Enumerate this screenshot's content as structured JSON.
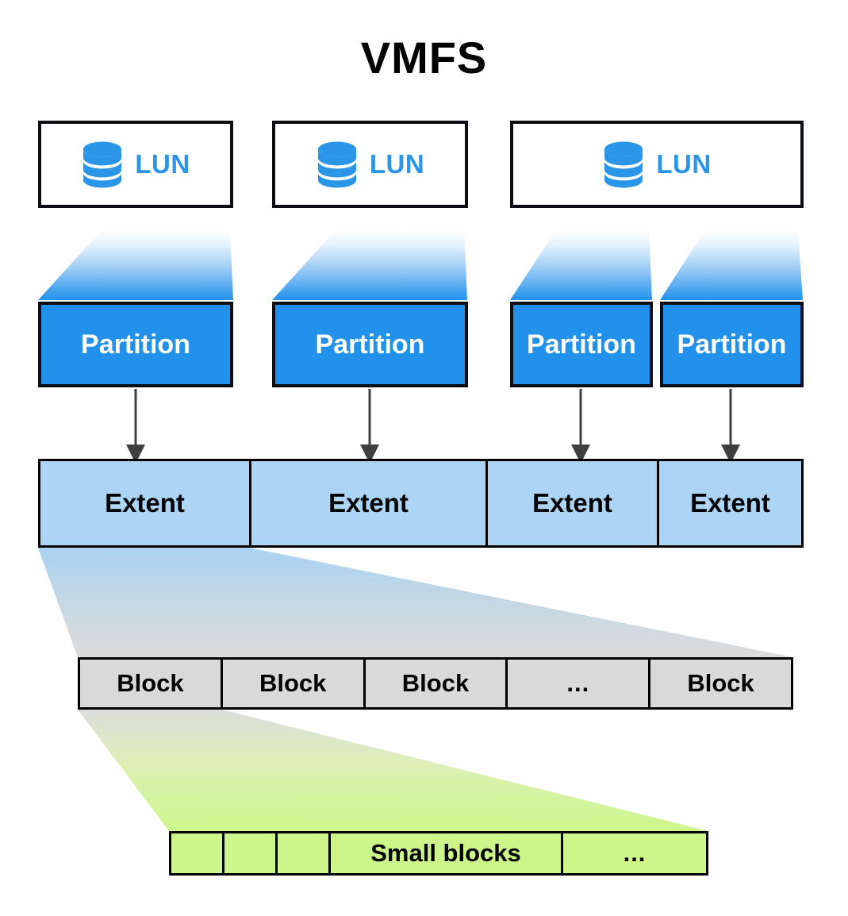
{
  "diagram": {
    "title": "VMFS",
    "colors": {
      "lun_accent": "#2b95e8",
      "partition_fill": "#2291ec",
      "extent_fill": "#abd4f5",
      "block_fill": "#d9d9d9",
      "smallblock_fill": "#ccf68a",
      "border": "#000000",
      "arrow": "#3f3f3f"
    },
    "luns": [
      {
        "label": "LUN",
        "icon": "database-icon"
      },
      {
        "label": "LUN",
        "icon": "database-icon"
      },
      {
        "label": "LUN",
        "icon": "database-icon"
      }
    ],
    "partitions": [
      {
        "label": "Partition"
      },
      {
        "label": "Partition"
      },
      {
        "label": "Partition"
      },
      {
        "label": "Partition"
      }
    ],
    "extents": [
      {
        "label": "Extent"
      },
      {
        "label": "Extent"
      },
      {
        "label": "Extent"
      },
      {
        "label": "Extent"
      }
    ],
    "blocks": [
      {
        "label": "Block"
      },
      {
        "label": "Block"
      },
      {
        "label": "Block"
      },
      {
        "label": "..."
      },
      {
        "label": "Block"
      }
    ],
    "small_blocks": [
      {
        "label": ""
      },
      {
        "label": ""
      },
      {
        "label": ""
      },
      {
        "label": "Small blocks"
      },
      {
        "label": "..."
      }
    ]
  }
}
